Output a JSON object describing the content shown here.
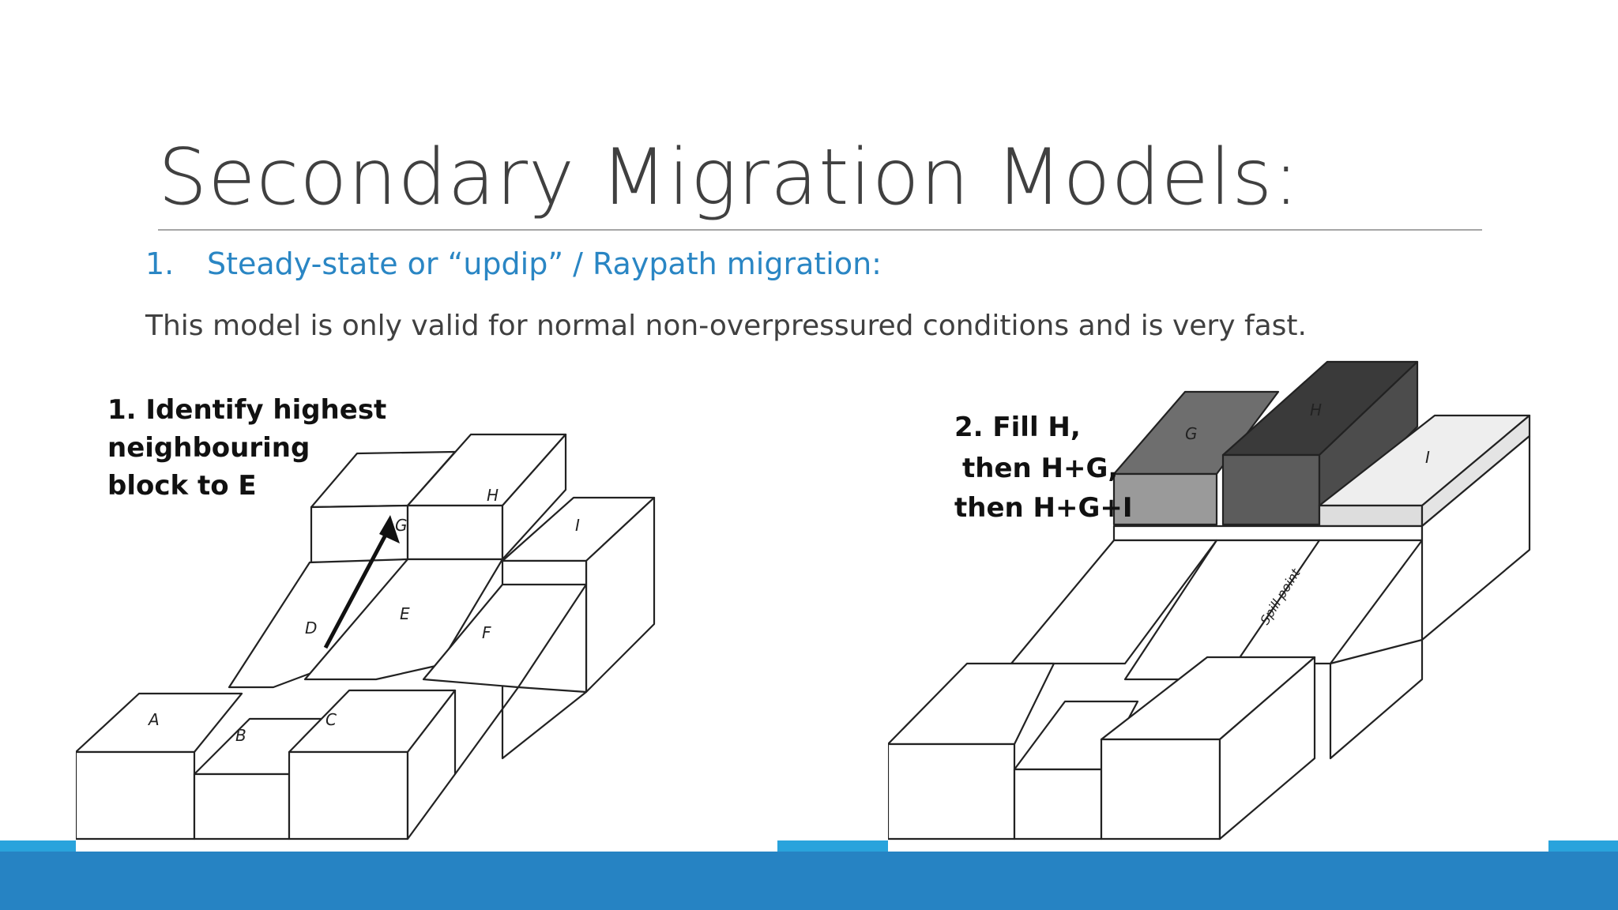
{
  "slide": {
    "title": "Secondary Migration Models:",
    "list_number": "1.",
    "list_text": "Steady-state or “updip” / Raypath migration:",
    "body": "This model is only valid for normal non-overpressured conditions and is very fast."
  },
  "figure_left": {
    "caption_lines": [
      "1. Identify highest",
      "neighbouring",
      "block to E"
    ],
    "blocks": [
      "A",
      "B",
      "C",
      "D",
      "E",
      "F",
      "G",
      "H",
      "I"
    ]
  },
  "figure_right": {
    "caption_lines": [
      "2. Fill H,",
      "then H+G,",
      "then H+G+I"
    ],
    "blocks": [
      "G",
      "H",
      "I"
    ],
    "spill_label": "Spill point"
  },
  "colors": {
    "title": "#404040",
    "accent": "#2a86c4",
    "footer": "#2683c3",
    "footer_accent": "#29a3dc"
  }
}
